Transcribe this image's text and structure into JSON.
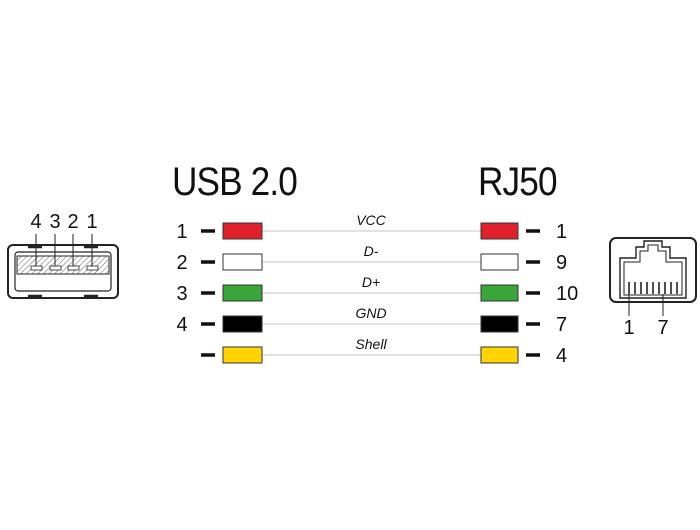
{
  "headers": {
    "left": "USB 2.0",
    "right": "RJ50"
  },
  "usb_connector": {
    "pin_labels": [
      "4",
      "3",
      "2",
      "1"
    ]
  },
  "rj_connector": {
    "pin_labels": [
      "1",
      "7"
    ]
  },
  "wires": [
    {
      "left_pin": "1",
      "signal": "VCC",
      "right_pin": "1",
      "color": "#e0202a"
    },
    {
      "left_pin": "2",
      "signal": "D-",
      "right_pin": "9",
      "color": "#ffffff"
    },
    {
      "left_pin": "3",
      "signal": "D+",
      "right_pin": "10",
      "color": "#3aa63a"
    },
    {
      "left_pin": "4",
      "signal": "GND",
      "right_pin": "7",
      "color": "#000000"
    },
    {
      "left_pin": "",
      "signal": "Shell",
      "right_pin": "4",
      "color": "#ffd400"
    }
  ]
}
